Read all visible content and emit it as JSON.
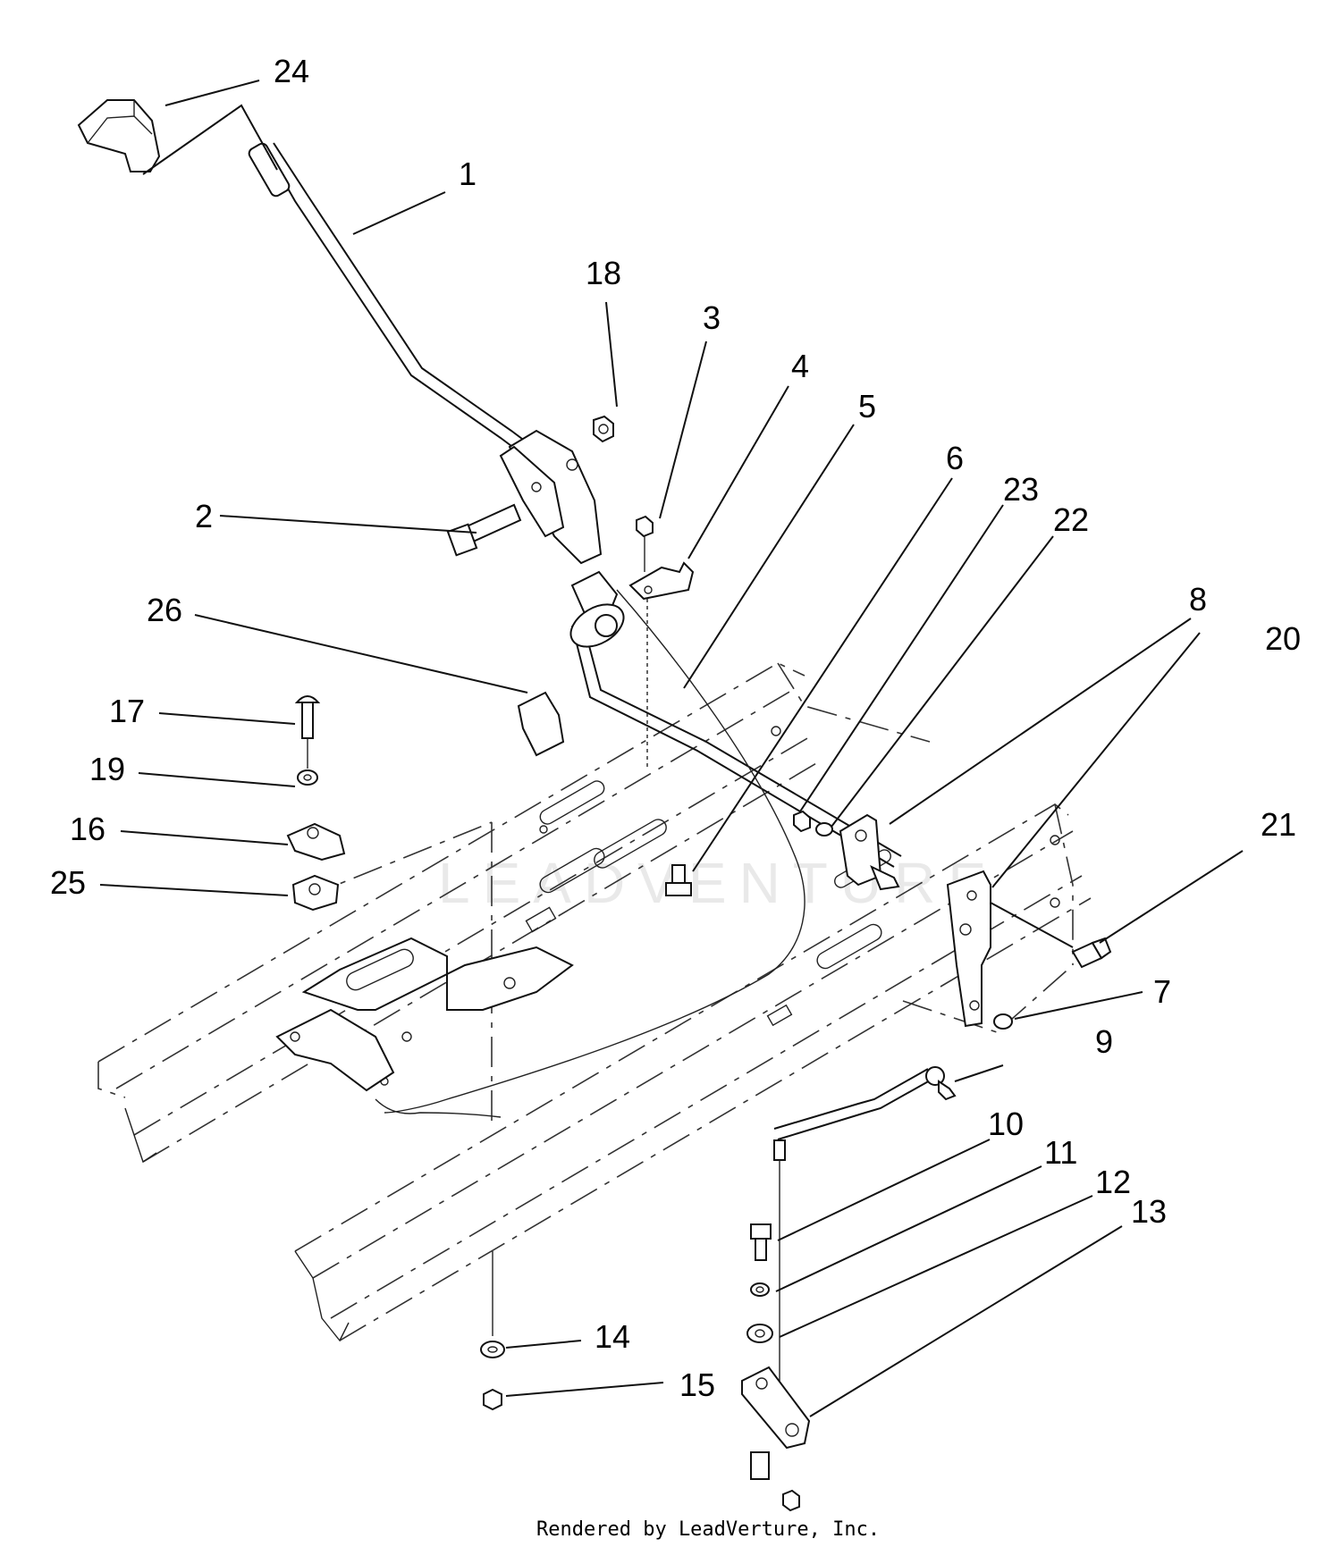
{
  "callouts": [
    {
      "id": "24",
      "text": "24"
    },
    {
      "id": "1",
      "text": "1"
    },
    {
      "id": "18",
      "text": "18"
    },
    {
      "id": "3",
      "text": "3"
    },
    {
      "id": "4",
      "text": "4"
    },
    {
      "id": "5",
      "text": "5"
    },
    {
      "id": "6",
      "text": "6"
    },
    {
      "id": "23",
      "text": "23"
    },
    {
      "id": "22",
      "text": "22"
    },
    {
      "id": "2",
      "text": "2"
    },
    {
      "id": "26",
      "text": "26"
    },
    {
      "id": "8",
      "text": "8"
    },
    {
      "id": "20",
      "text": "20"
    },
    {
      "id": "17",
      "text": "17"
    },
    {
      "id": "19",
      "text": "19"
    },
    {
      "id": "16",
      "text": "16"
    },
    {
      "id": "25",
      "text": "25"
    },
    {
      "id": "21",
      "text": "21"
    },
    {
      "id": "7",
      "text": "7"
    },
    {
      "id": "9",
      "text": "9"
    },
    {
      "id": "10",
      "text": "10"
    },
    {
      "id": "11",
      "text": "11"
    },
    {
      "id": "12",
      "text": "12"
    },
    {
      "id": "13",
      "text": "13"
    },
    {
      "id": "14",
      "text": "14"
    },
    {
      "id": "15",
      "text": "15"
    }
  ],
  "watermark": "LEADVENTURE",
  "credit": "Rendered by LeadVerture, Inc."
}
